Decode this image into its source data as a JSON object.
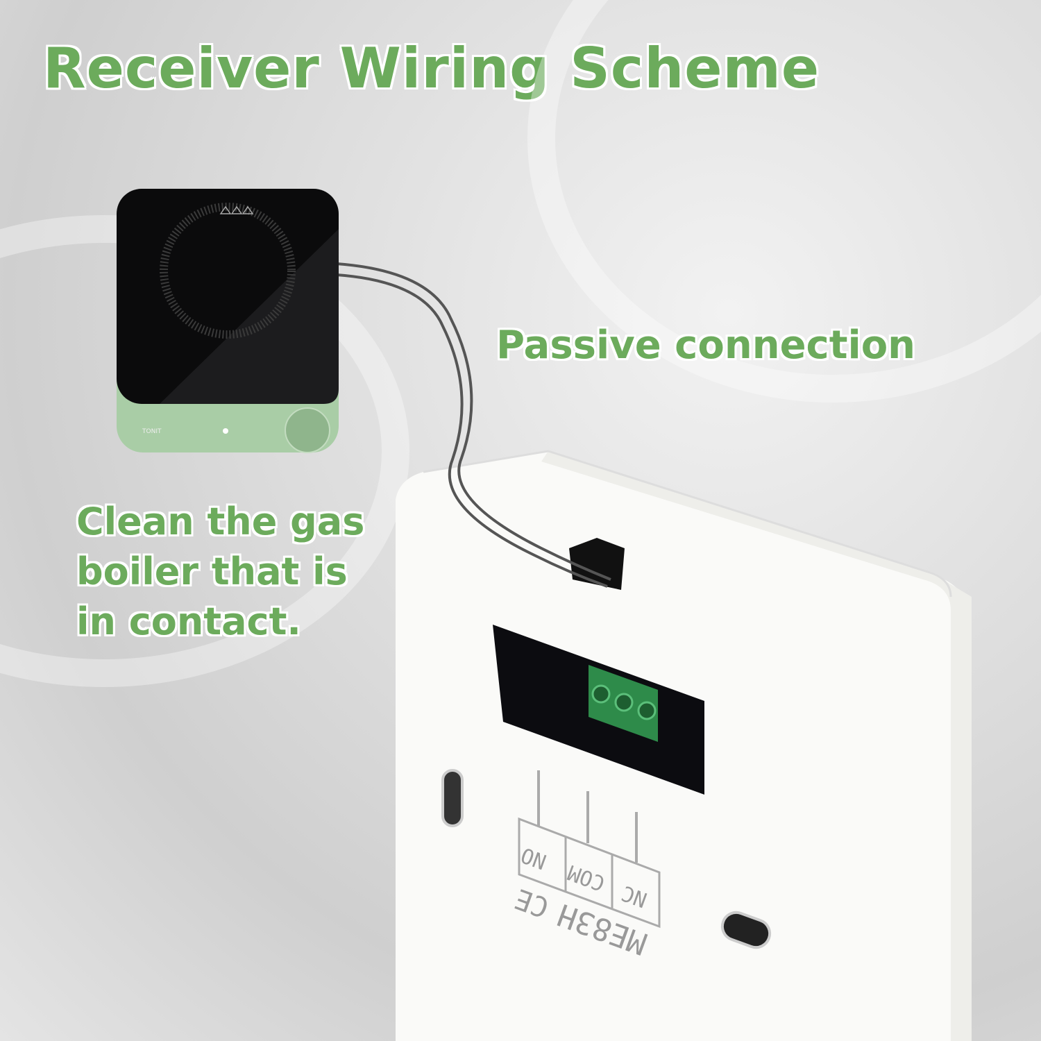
{
  "title": "Receiver Wiring Scheme",
  "labels": {
    "passive": "Passive connection",
    "clean": [
      "Clean the gas",
      "boiler that is",
      "in contact."
    ]
  },
  "device": {
    "model": "ME83H",
    "mark": "CE",
    "terminals": [
      "NO",
      "COM",
      "NC"
    ],
    "hob_brand": "TONIT"
  },
  "colors": {
    "accent": "#6cab5c",
    "hob_base": "#a9cda6",
    "terminal_block": "#2e8b4a"
  }
}
